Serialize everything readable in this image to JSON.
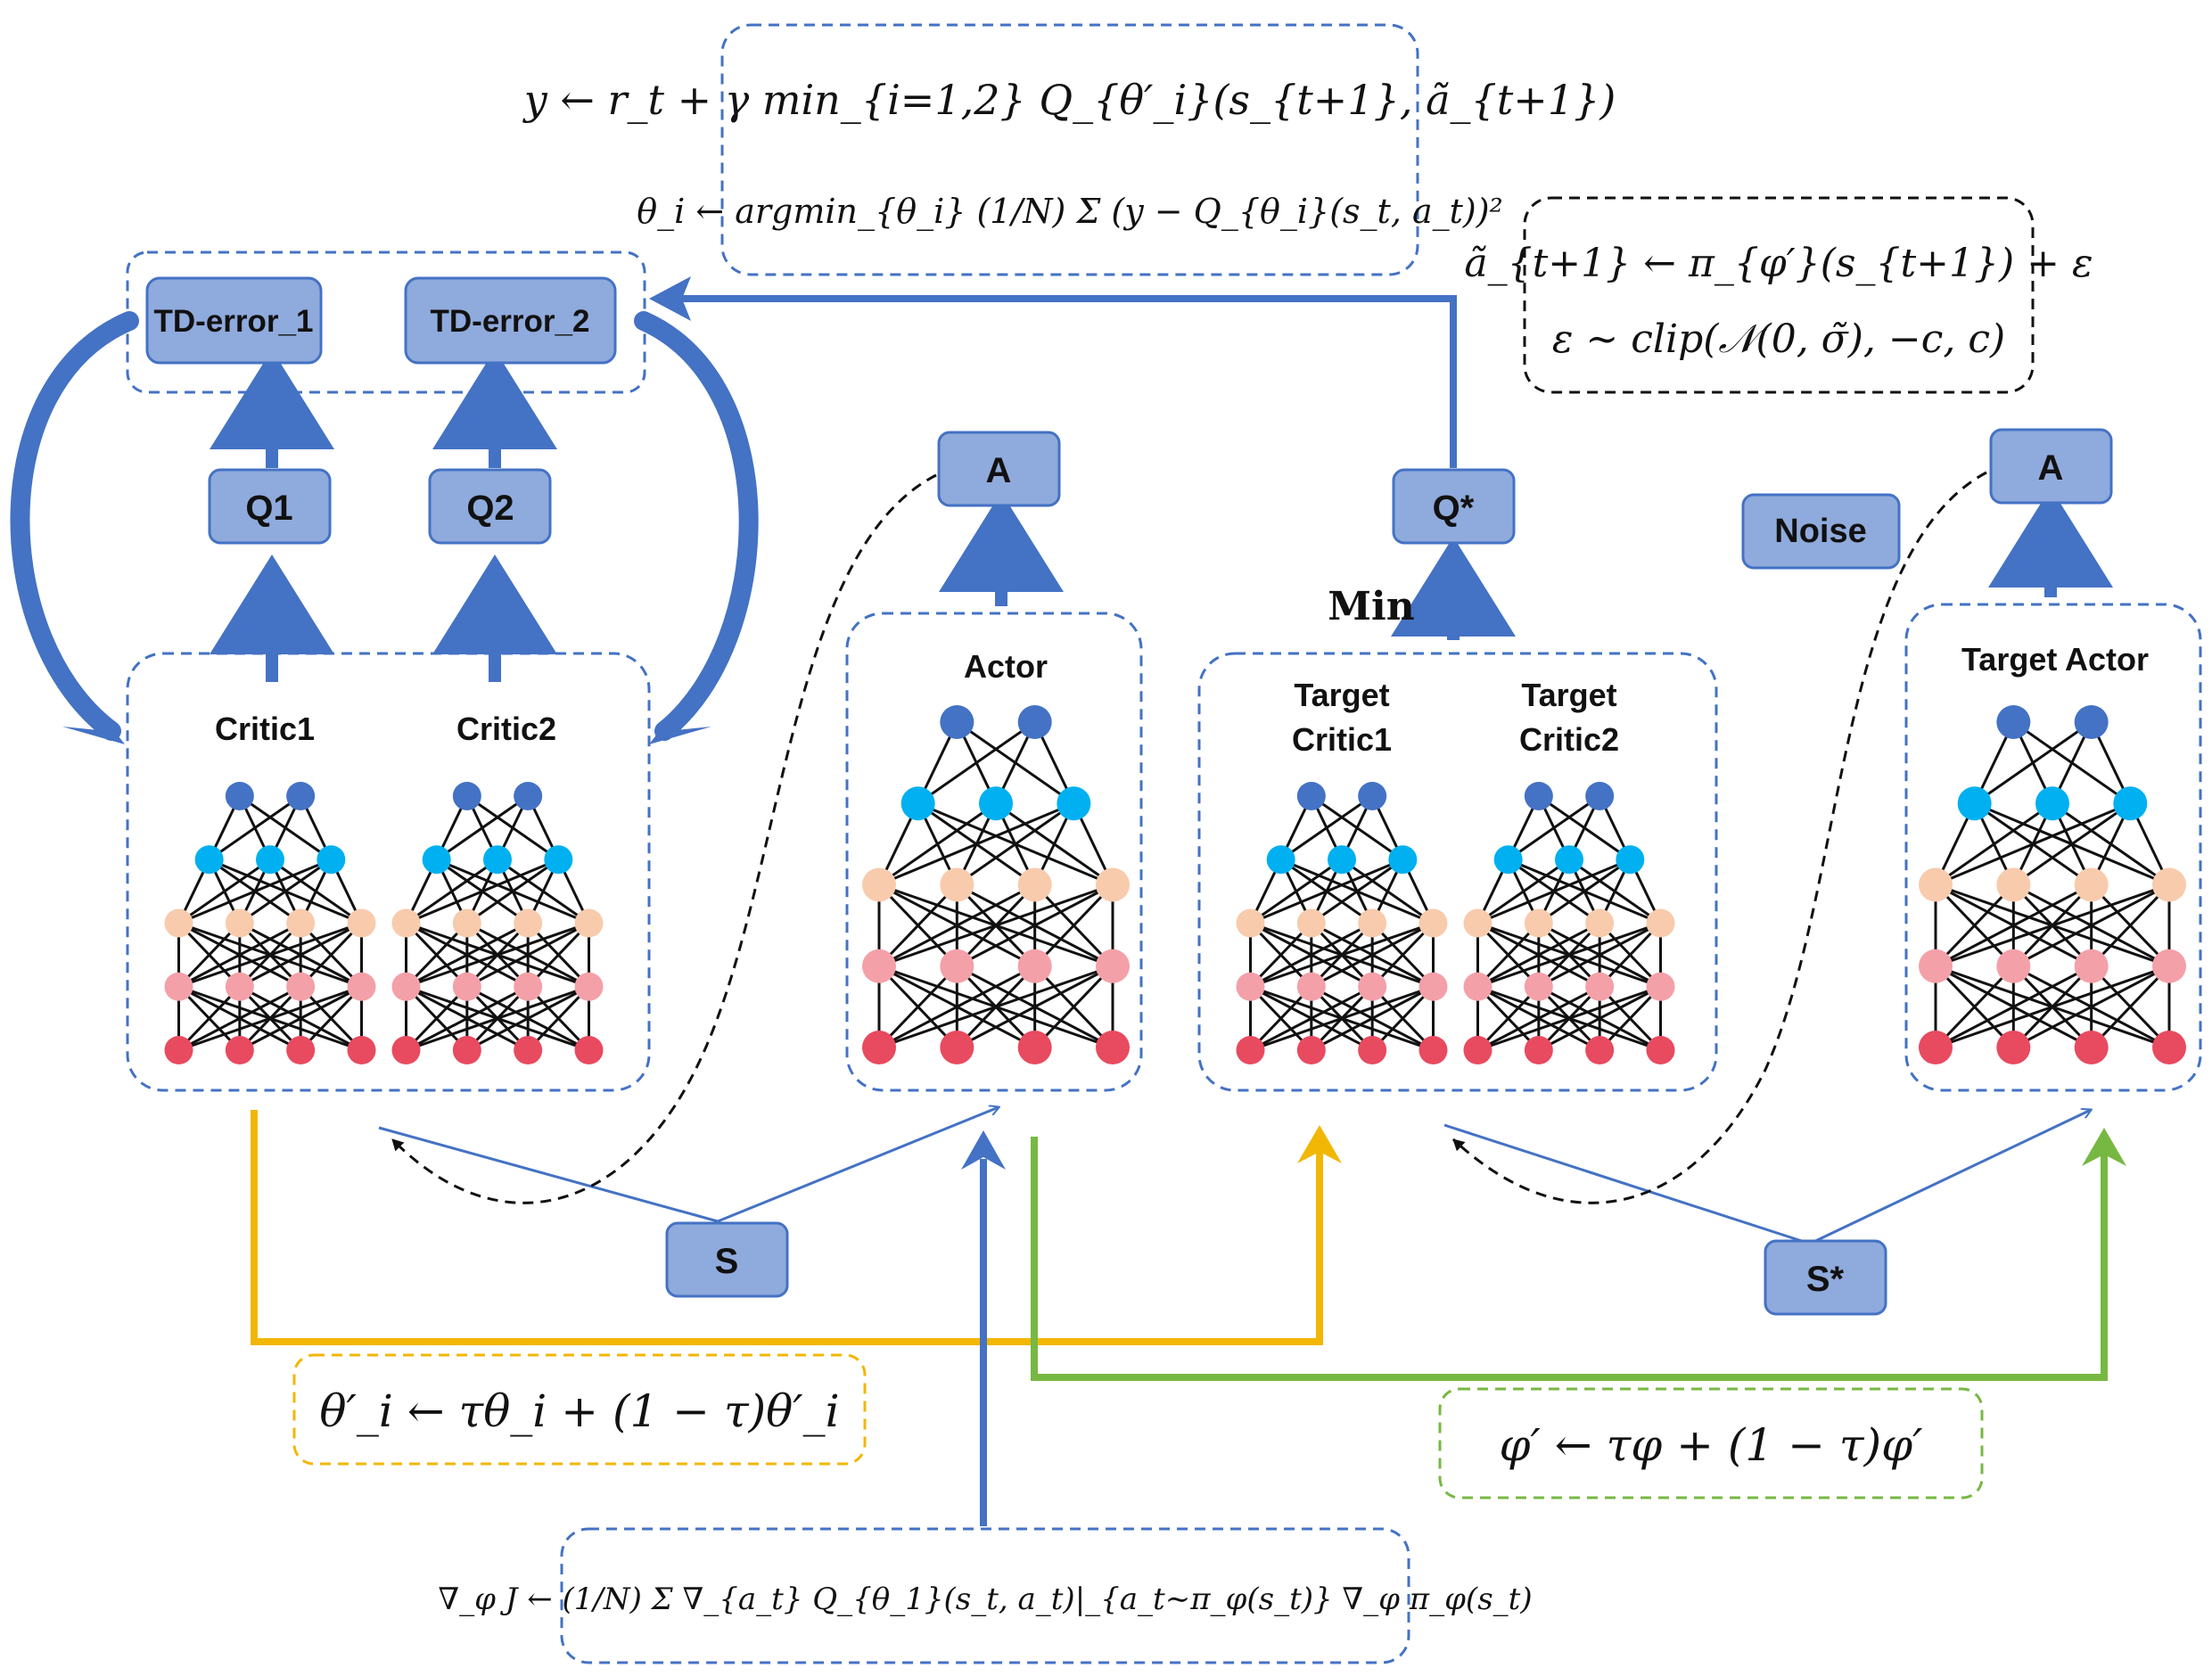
{
  "nodes": {
    "td_error_1": "TD-error_1",
    "td_error_2": "TD-error_2",
    "q1": "Q1",
    "q2": "Q2",
    "a_actor": "A",
    "q_star": "Q*",
    "noise": "Noise",
    "a_target": "A",
    "s": "S",
    "s_star": "S*",
    "min": "Min"
  },
  "groups": {
    "critic1": "Critic1",
    "critic2": "Critic2",
    "actor": "Actor",
    "target_critic1_l1": "Target",
    "target_critic1_l2": "Critic1",
    "target_critic2_l1": "Target",
    "target_critic2_l2": "Critic2",
    "target_actor": "Target Actor"
  },
  "equations": {
    "target_y": "y ← r_t + γ min_{i=1,2} Q_{θ′_i}(s_{t+1}, ã_{t+1})",
    "critic_update": "θ_i ← argmin_{θ_i} (1/N) Σ (y − Q_{θ_i}(s_t, a_t))²",
    "target_action": "ã_{t+1} ← π_{φ′}(s_{t+1}) + ε",
    "noise_clip": "ε ∼ clip(𝒩(0, σ̃), −c, c)",
    "soft_update_critic": "θ′_i ← τθ_i + (1 − τ)θ′_i",
    "soft_update_actor": "φ′ ← τφ + (1 − τ)φ′",
    "policy_gradient": "∇_φ J ← (1/N) Σ ∇_{a_t} Q_{θ_1}(s_t, a_t)|_{a_t∼π_φ(s_t)} ∇_φ π_φ(s_t)"
  },
  "colors": {
    "node_fill": "#8FAADC",
    "node_stroke": "#4472C4",
    "arrow_blue": "#4472C4",
    "arrow_yellow": "#F2B705",
    "arrow_green": "#77B843",
    "layer_top": "#4472C4",
    "layer_2": "#00B0F0",
    "layer_3": "#F8CBAD",
    "layer_4": "#F4A0A8",
    "layer_5": "#E84A5F"
  }
}
